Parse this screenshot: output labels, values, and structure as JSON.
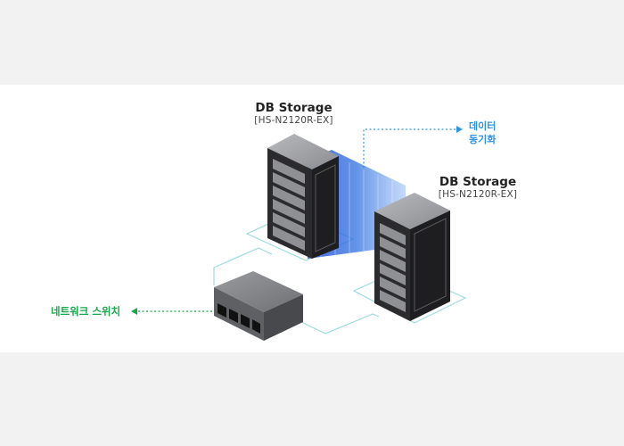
{
  "storage_1": {
    "title": "DB Storage",
    "model": "[HS-N2120R-EX]"
  },
  "storage_2": {
    "title": "DB Storage",
    "model": "[HS-N2120R-EX]"
  },
  "data_sync": {
    "line1": "데이터",
    "line2": "동기화",
    "color": "#2f93e6"
  },
  "network_switch": {
    "label": "네트워크 스위치",
    "color": "#17a84a"
  },
  "colors": {
    "connection_line": "#9edcdc",
    "server_body": "#2b2b2e",
    "server_top": "#8a8b8e",
    "switch_body": "#7b7b7e",
    "beam": "#2f6fe0"
  }
}
